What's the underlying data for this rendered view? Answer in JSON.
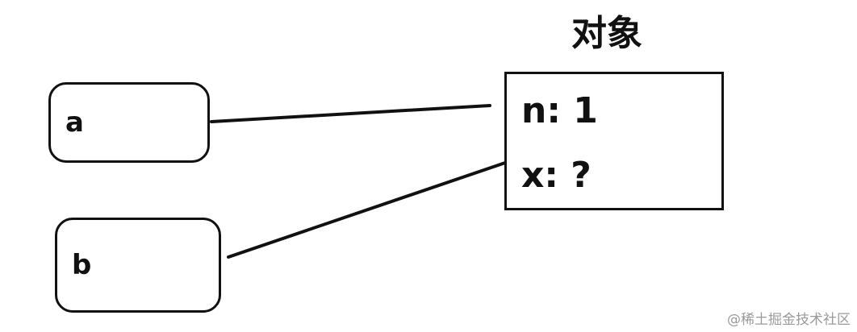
{
  "variables": [
    {
      "name": "a"
    },
    {
      "name": "b"
    }
  ],
  "object": {
    "title": "对象",
    "properties": [
      {
        "key": "n",
        "value": "1",
        "text": "n: 1"
      },
      {
        "key": "x",
        "value": "?",
        "text": "x: ?"
      }
    ]
  },
  "references": [
    {
      "from": "a",
      "to": "object"
    },
    {
      "from": "b",
      "to": "object"
    }
  ],
  "watermark": "@稀土掘金技术社区",
  "colors": {
    "stroke": "#111111",
    "background": "#ffffff",
    "watermark": "#9a9a9a"
  }
}
